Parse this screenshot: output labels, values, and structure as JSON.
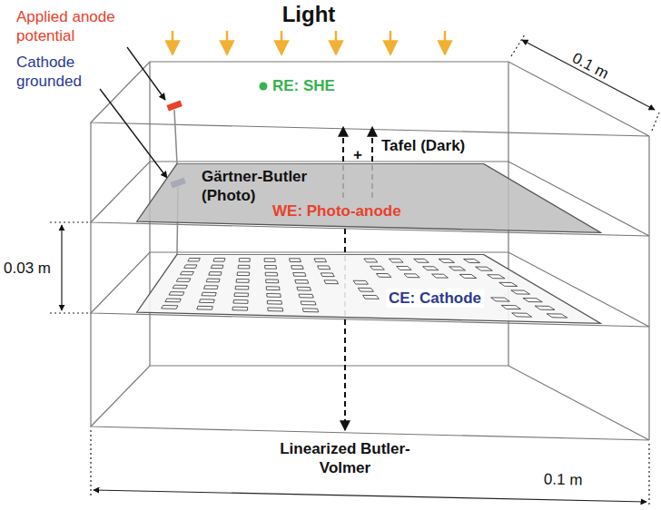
{
  "diagram": {
    "title": "Light",
    "nodes": [
      {
        "text": [
          "WE: Photo-anode"
        ]
      },
      {
        "text": [
          "CE: Cathode"
        ]
      }
    ],
    "labels": [
      "Applied anode potential",
      "Cathode grounded",
      "RE: SHE",
      "Gärtner-Butler (Photo)",
      "+",
      "Tafel (Dark)",
      "0.1 m",
      "0.03 m",
      "Linearized Butler-Volmer",
      "0.1 m"
    ]
  }
}
